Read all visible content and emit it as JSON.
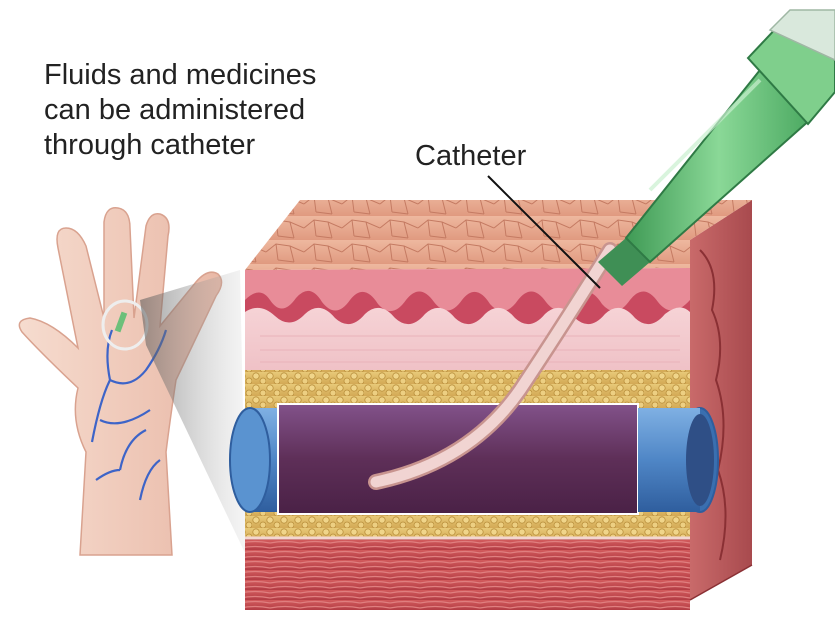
{
  "caption": {
    "lines": [
      "Fluids and medicines",
      "can be administered",
      "through catheter"
    ]
  },
  "labels": {
    "catheter": "Catheter"
  },
  "colors": {
    "skin_surface": "#e8a98e",
    "dermis": "#f2c9cf",
    "dermal_ridge": "#d9576b",
    "fat": "#e0bf6a",
    "muscle": "#c84a4f",
    "vein_wall": "#4f86c6",
    "vein_lumen": "#6a3a5f",
    "catheter": "#f1d4d2",
    "needle_hub": "#6cc07a",
    "hand": "#f4d1c3",
    "hand_veins": "#3d64c8"
  }
}
